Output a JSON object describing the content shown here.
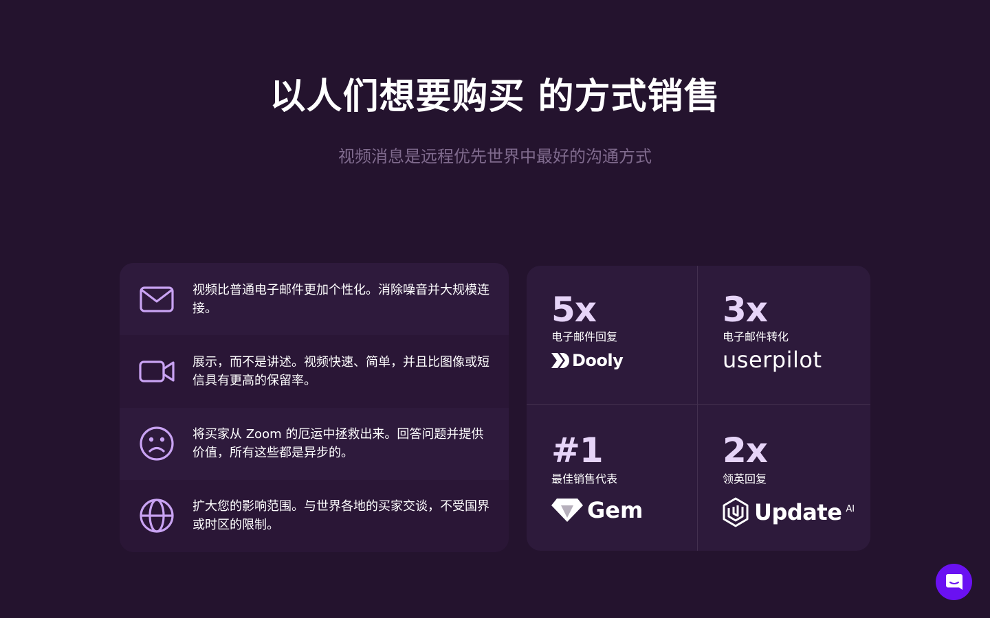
{
  "hero": {
    "title": "以人们想要购买 的方式销售",
    "subtitle": "视频消息是远程优先世界中最好的沟通方式"
  },
  "features": [
    {
      "icon": "mail-icon",
      "text": "视频比普通电子邮件更加个性化。消除噪音并大规模连接。"
    },
    {
      "icon": "video-camera-icon",
      "text": "展示，而不是讲述。视频快速、简单，并且比图像或短信具有更高的保留率。"
    },
    {
      "icon": "sad-face-icon",
      "text": "将买家从 Zoom 的厄运中拯救出来。回答问题并提供价值，所有这些都是异步的。"
    },
    {
      "icon": "globe-icon",
      "text": "扩大您的影响范围。与世界各地的买家交谈，不受国界或时区的限制。"
    }
  ],
  "stats": [
    {
      "value": "5x",
      "label": "电子邮件回复",
      "logo": "Dooly"
    },
    {
      "value": "3x",
      "label": "电子邮件转化",
      "logo": "userpilot"
    },
    {
      "value": "#1",
      "label": "最佳销售代表",
      "logo": "Gem"
    },
    {
      "value": "2x",
      "label": "领英回复",
      "logo": "Update",
      "logo_suffix": "AI"
    }
  ],
  "colors": {
    "background": "#24132e",
    "icon_accent": "#c9a3f3",
    "stat_value": "#e6d4f8",
    "chat_button": "#6a11f2"
  },
  "chat": {
    "icon": "chat-icon"
  }
}
